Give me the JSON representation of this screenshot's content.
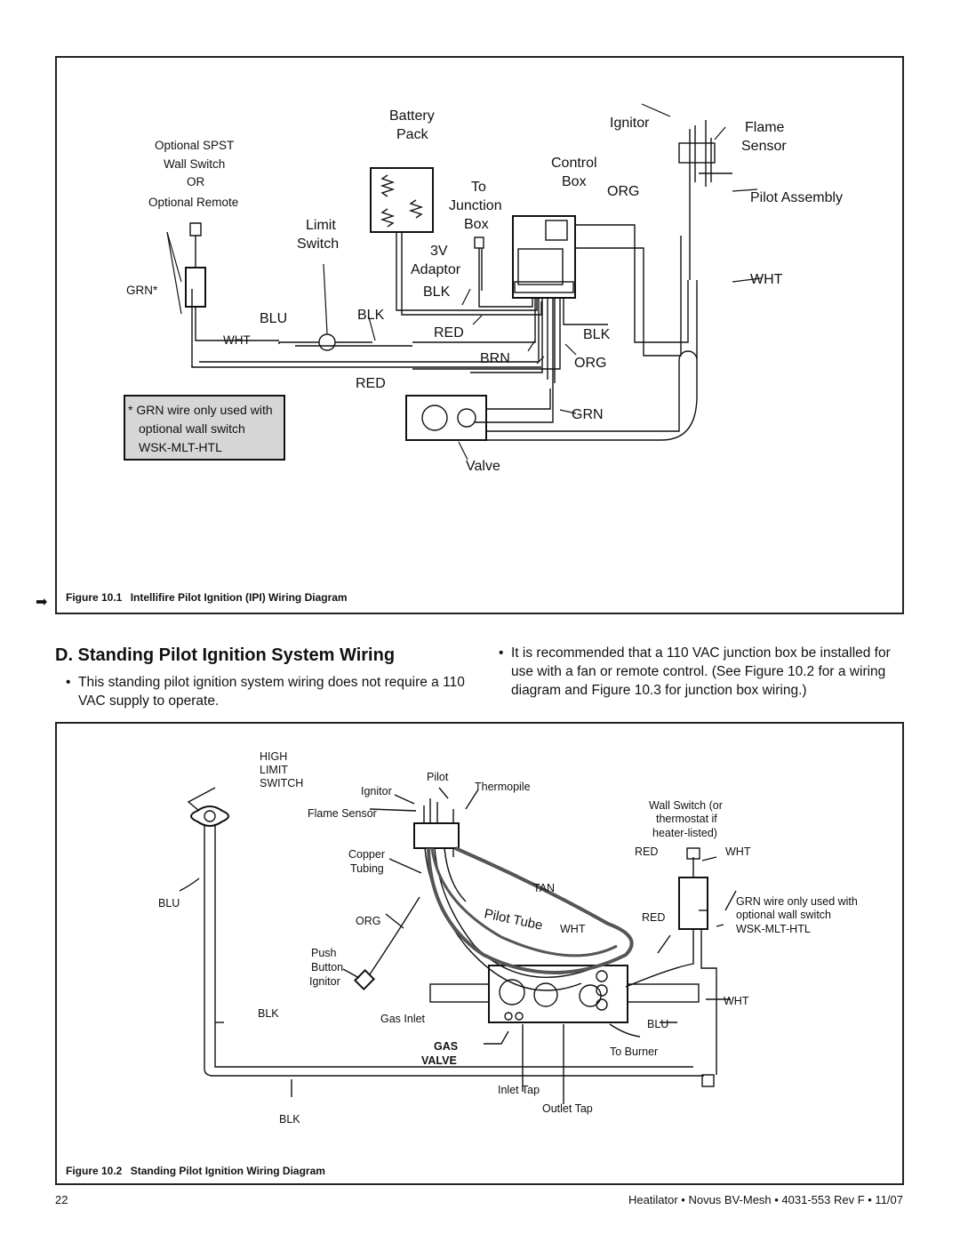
{
  "figure1": {
    "labels": {
      "battery_pack_1": "Battery",
      "battery_pack_2": "Pack",
      "ignitor": "Ignitor",
      "flame": "Flame",
      "sensor": "Sensor",
      "control": "Control",
      "box": "Box",
      "org_top": "ORG",
      "pilot_assembly": "Pilot Assembly",
      "opt_spst": "Optional SPST",
      "wall_switch": "Wall Switch",
      "or": "OR",
      "opt_remote": "Optional Remote",
      "to": "To",
      "junction": "Junction",
      "jbox": "Box",
      "limit": "Limit",
      "switch": "Switch",
      "v3": "3V",
      "adaptor": "Adaptor",
      "blk_adaptor": "BLK",
      "wht_right": "WHT",
      "grn_star": "GRN*",
      "blu": "BLU",
      "blk_mid": "BLK",
      "wht_left": "WHT",
      "red_mid": "RED",
      "blk_right": "BLK",
      "brn": "BRN",
      "org_right": "ORG",
      "red_low": "RED",
      "grn": "GRN",
      "valve": "Valve"
    },
    "note": [
      "* GRN wire only used with",
      "optional wall switch",
      "WSK-MLT-HTL"
    ],
    "caption_num": "Figure 10.1",
    "caption_text": "Intellifire Pilot Ignition (IPI) Wiring Diagram"
  },
  "section": {
    "heading": "D. Standing Pilot Ignition System Wiring",
    "bullet_symbol": "•",
    "bullet_left": "This standing pilot ignition system wiring does not require a 110 VAC supply to operate.",
    "bullet_right": "It is recommended that a 110 VAC junction box be installed for use with a fan or remote control. (See Figure 10.2 for a wiring diagram and Figure 10.3 for junction box wiring.)"
  },
  "figure2": {
    "labels": {
      "high": "HIGH",
      "limit": "LIMIT",
      "switch": "SWITCH",
      "pilot": "Pilot",
      "ignitor": "Ignitor",
      "thermopile": "Thermopile",
      "flame_sensor": "Flame Sensor",
      "wall_switch_1": "Wall Switch (or",
      "wall_switch_2": "thermostat if",
      "wall_switch_3": "heater-listed)",
      "red_top": "RED",
      "wht_top": "WHT",
      "copper": "Copper",
      "tubing": "Tubing",
      "tan": "TAN",
      "blu_left": "BLU",
      "org": "ORG",
      "pilot_tube": "Pilot Tube",
      "wht_mid": "WHT",
      "red_mid": "RED",
      "grn_note_1": "GRN wire only used with",
      "grn_note_2": "optional wall switch",
      "grn_note_3": "WSK-MLT-HTL",
      "push": "Push",
      "button": "Button",
      "ignitor_pb": "Ignitor",
      "blk_left": "BLK",
      "gas_inlet": "Gas Inlet",
      "wht_right": "WHT",
      "blu_right": "BLU",
      "gas": "GAS",
      "valve": "VALVE",
      "to_burner": "To Burner",
      "inlet_tap": "Inlet Tap",
      "outlet_tap": "Outlet Tap",
      "blk_bottom": "BLK"
    },
    "caption_num": "Figure 10.2",
    "caption_text": "Standing Pilot Ignition Wiring Diagram"
  },
  "footer": {
    "page_number": "22",
    "doc_line": "Heatilator • Novus BV-Mesh • 4031-553 Rev F • 11/07"
  },
  "marker": "➡"
}
